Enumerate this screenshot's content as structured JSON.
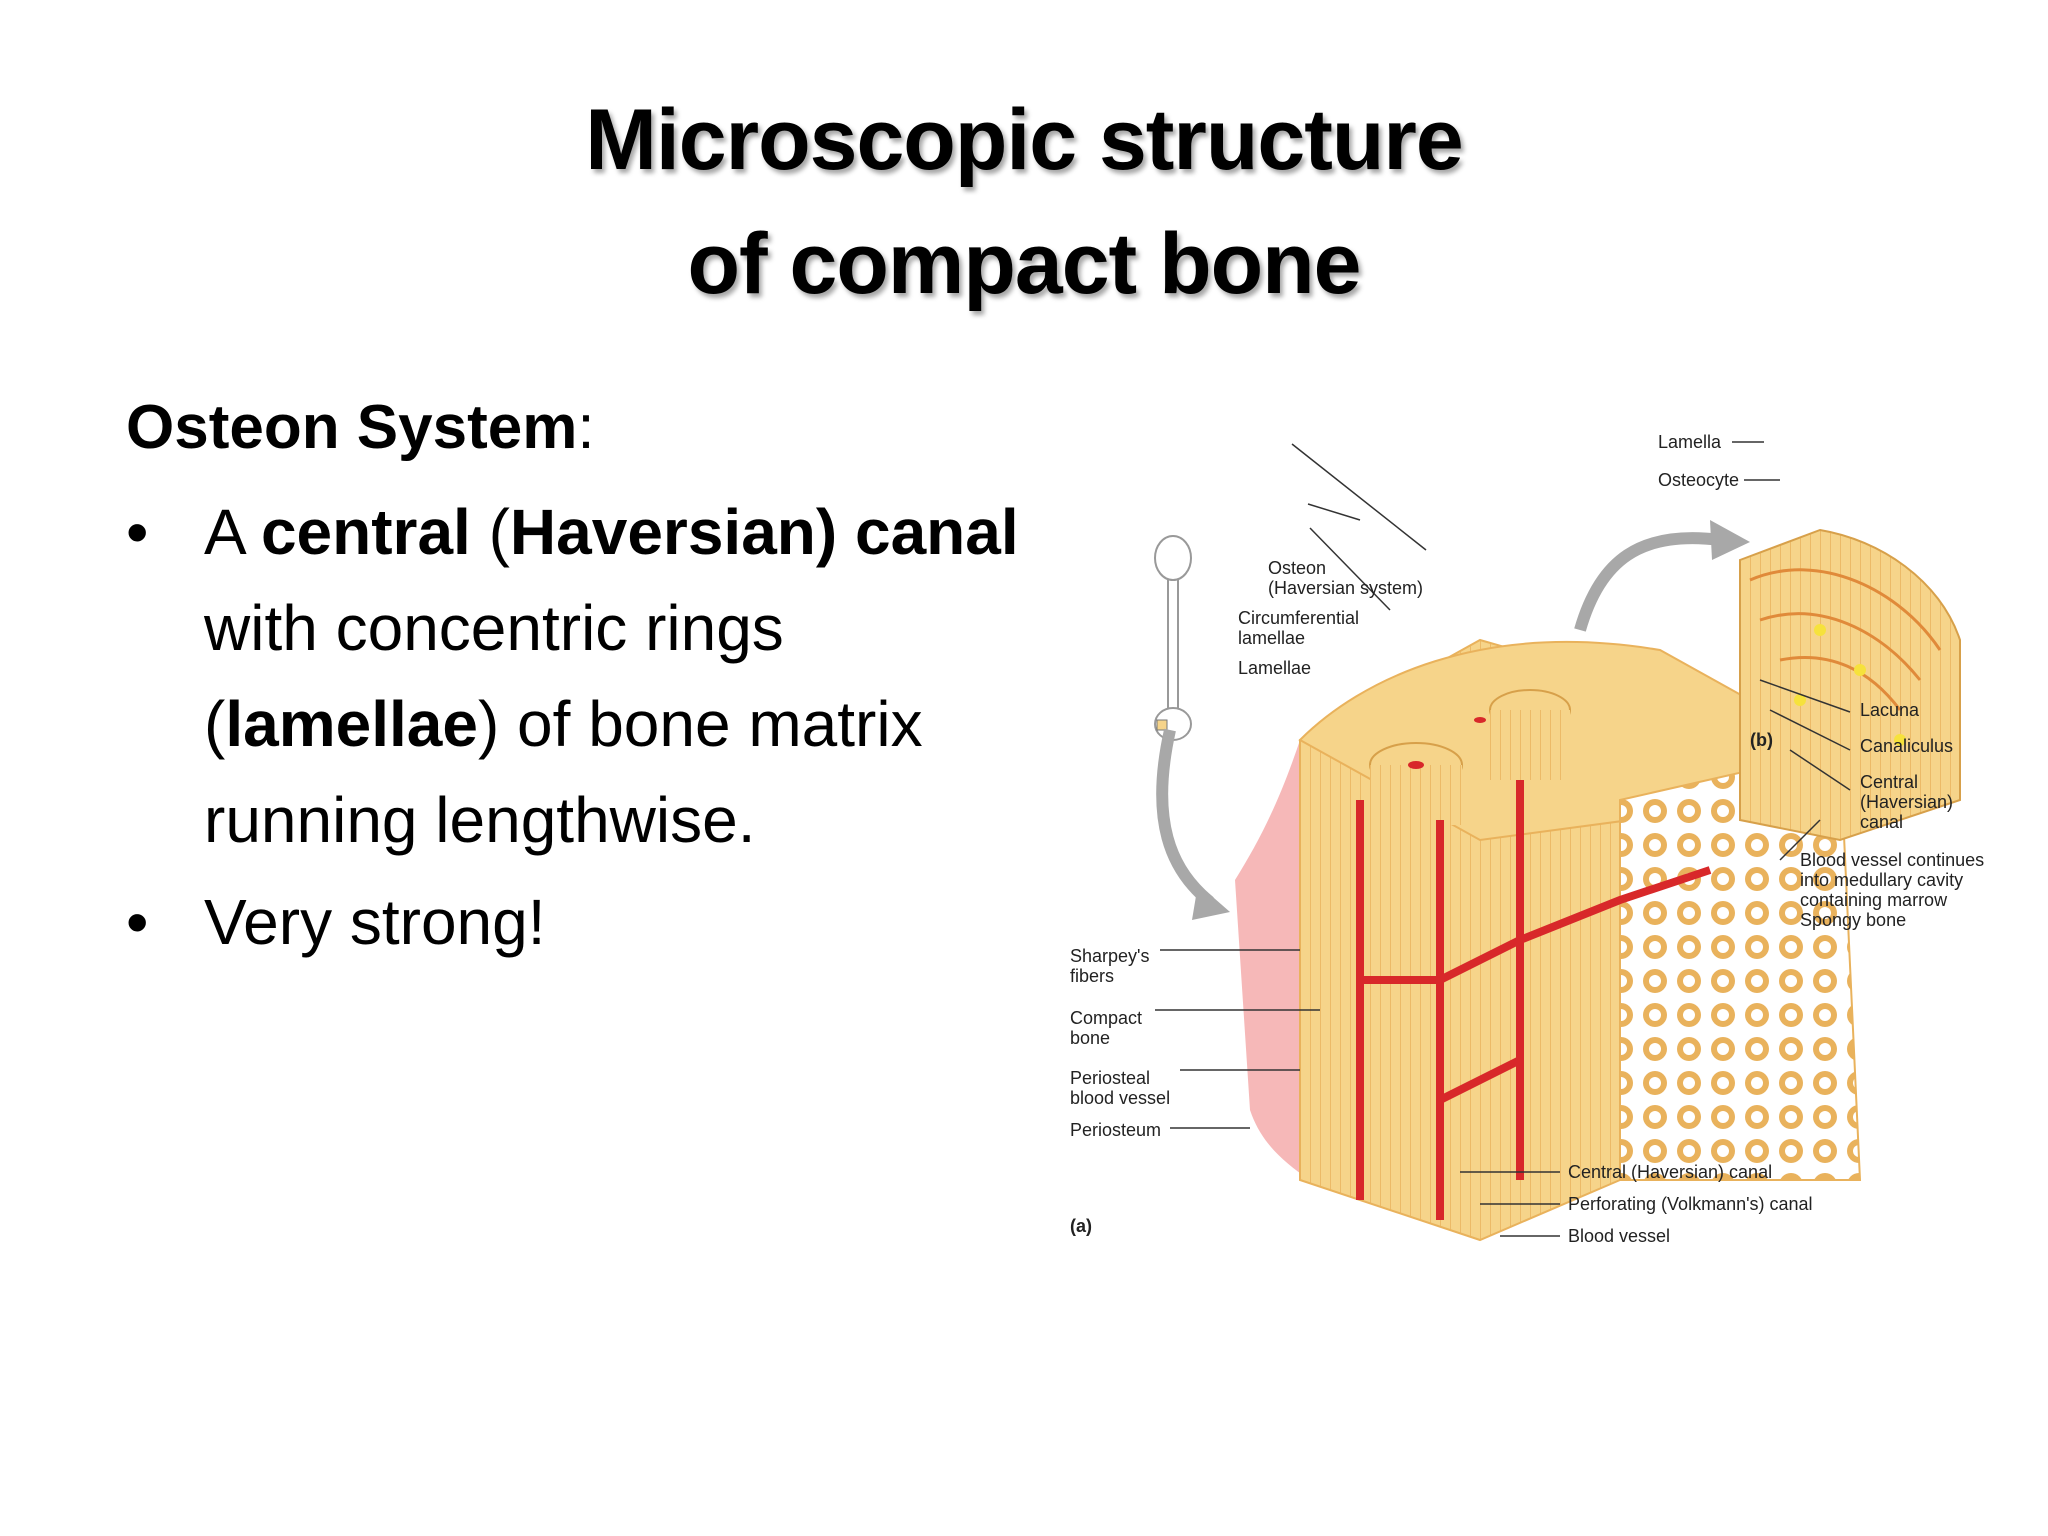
{
  "title": {
    "line1": "Microscopic structure",
    "line2": "of compact bone"
  },
  "heading": {
    "bold": "Osteon System",
    "colon": ":"
  },
  "bullets": [
    {
      "dot": "•",
      "parts": [
        "A ",
        "central",
        " (",
        "Haversian)",
        " ",
        "canal",
        " with concentric rings (",
        "lamellae",
        ") of bone matrix running lengthwise."
      ]
    },
    {
      "dot": "•",
      "text": "Very strong!"
    }
  ],
  "diagram": {
    "labels": {
      "lamella": "Lamella",
      "osteocyte": "Osteocyte",
      "osteon": "Osteon",
      "haversian_system": "(Haversian system)",
      "circumferential": "Circumferential",
      "lamellae_a": "lamellae",
      "lamellae": "Lamellae",
      "lacuna": "Lacuna",
      "canaliculus": "Canaliculus",
      "central": "Central",
      "haversian": "(Haversian)",
      "canal": "canal",
      "b": "(b)",
      "bv_continues": "Blood vessel continues",
      "into_medullary": "into medullary cavity",
      "containing_marrow": "containing marrow",
      "spongy_bone": "Spongy bone",
      "sharpeys": "Sharpey's",
      "fibers": "fibers",
      "compact": "Compact",
      "bone": "bone",
      "periosteal": "Periosteal",
      "blood_vessel": "blood vessel",
      "periosteum": "Periosteum",
      "central_canal": "Central (Haversian) canal",
      "perforating_canal": "Perforating (Volkmann's) canal",
      "blood_vessel_b": "Blood vessel",
      "a": "(a)"
    },
    "colors": {
      "bone": "#f6d48a",
      "bone_dark": "#e9b25c",
      "vessel": "#d8282a",
      "pink": "#f4a6a6",
      "arrow": "#a8a8a8"
    }
  }
}
